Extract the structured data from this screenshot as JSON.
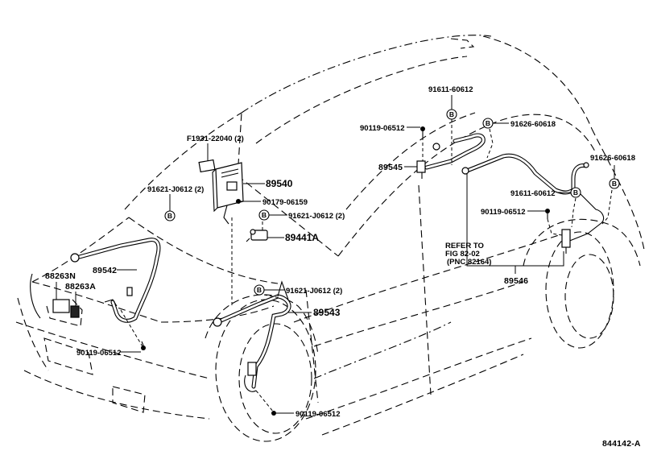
{
  "figure_id": "844142-A",
  "callouts": {
    "ecu": "89540",
    "ecu_label": "F1931-22040 (2)",
    "ecu_nut": "90179-06159",
    "sensor_left_clip": "91621-J0612 (2)",
    "yaw_sensor_clip": "91621-J0612 (2)",
    "yaw_sensor": "89441A",
    "front_harness_left": "89542",
    "relay_n": "88263N",
    "relay_a": "88263A",
    "front_left_bolt": "90119-06512",
    "front_right_clip": "91621-J0612 (2)",
    "front_harness_right": "89543",
    "front_right_bolt": "90119-06512",
    "rear_clip_top": "91611-60612",
    "rear_bolt_left": "90119-06512",
    "rear_clamp_top": "91626-60618",
    "rear_sensor_left": "89545",
    "rear_clamp_right": "91626-60618",
    "rear_clip_right": "91611-60612",
    "rear_bolt_right": "90119-06512",
    "rear_sensor_assy": "89546"
  },
  "refer_note": {
    "line1": "REFER TO",
    "line2": "FIG 82-02",
    "line3": "(PNC 82164)"
  },
  "clip_marker": "B"
}
